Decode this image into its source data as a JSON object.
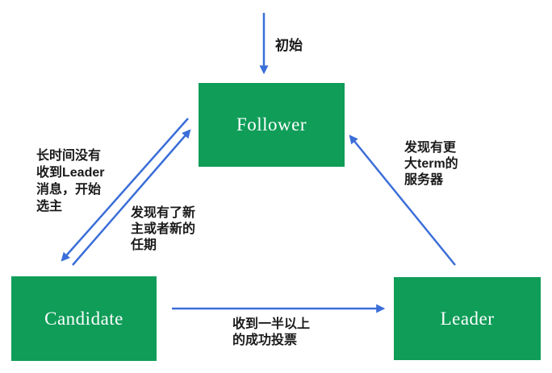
{
  "colors": {
    "node_green": "#0f9d58",
    "arrow_blue": "#3b6ed8",
    "label_text": "#1a1a1a",
    "node_text": "#ffffff",
    "background": "#ffffff"
  },
  "nodes": {
    "follower": {
      "label": "Follower"
    },
    "candidate": {
      "label": "Candidate"
    },
    "leader": {
      "label": "Leader"
    }
  },
  "edges": {
    "initial": {
      "label": "初始",
      "from": "start",
      "to": "follower"
    },
    "follower_to_candidate": {
      "label": "长时间没有\n收到Leader\n消息，开始\n选主",
      "from": "follower",
      "to": "candidate"
    },
    "candidate_to_follower": {
      "label": "发现有了新\n主或者新的\n任期",
      "from": "candidate",
      "to": "follower"
    },
    "leader_to_follower": {
      "label": "发现有更\n大term的\n服务器",
      "from": "leader",
      "to": "follower"
    },
    "candidate_to_leader": {
      "label": "收到一半以上\n的成功投票",
      "from": "candidate",
      "to": "leader"
    }
  }
}
